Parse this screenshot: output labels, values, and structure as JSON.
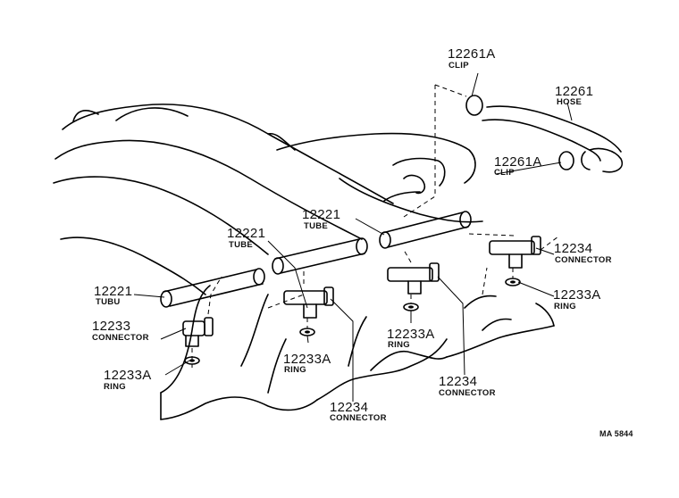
{
  "diagram": {
    "code": "MA 5844",
    "callouts": [
      {
        "id": "clip-top",
        "number": "12261A",
        "name": "CLIP"
      },
      {
        "id": "hose",
        "number": "12261",
        "name": "HOSE"
      },
      {
        "id": "clip-mid",
        "number": "12261A",
        "name": "CLIP"
      },
      {
        "id": "tube-center",
        "number": "12221",
        "name": "TUBE"
      },
      {
        "id": "tube-left",
        "number": "12221",
        "name": "TUBE"
      },
      {
        "id": "tube-far-left",
        "number": "12221",
        "name": "TUBU"
      },
      {
        "id": "connector-right",
        "number": "12234",
        "name": "CONNECTOR"
      },
      {
        "id": "ring-right",
        "number": "12233A",
        "name": "RING"
      },
      {
        "id": "connector-left",
        "number": "12233",
        "name": "CONNECTOR"
      },
      {
        "id": "ring-left",
        "number": "12233A",
        "name": "RING"
      },
      {
        "id": "ring-center-left",
        "number": "12233A",
        "name": "RING"
      },
      {
        "id": "ring-center-right",
        "number": "12233A",
        "name": "RING"
      },
      {
        "id": "connector-center-right",
        "number": "12234",
        "name": "CONNECTOR"
      },
      {
        "id": "connector-center-left",
        "number": "12234",
        "name": "CONNECTOR"
      }
    ]
  }
}
